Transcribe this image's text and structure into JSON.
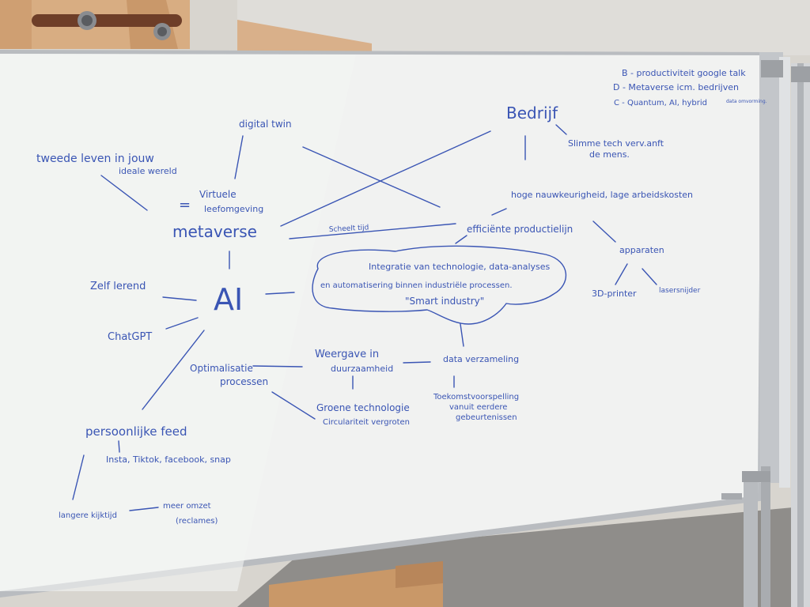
{
  "whiteboard": {
    "notes": {
      "line_b": "B - productiviteit google talk",
      "line_d": "D - Metaverse icm. bedrijven",
      "line_c_main": "C - Quantum, AI, hybrid",
      "line_c_small": "data omvorming."
    },
    "words": {
      "bedrijf": "Bedrijf",
      "slimme_tech_1": "Slimme tech verv.anft",
      "slimme_tech_2": "de mens.",
      "digital_twin": "digital twin",
      "tweede_leven_1": "tweede leven in jouw",
      "tweede_leven_2": "ideale wereld",
      "equals": "=",
      "virtuele_1": "Virtuele",
      "virtuele_2": "leefomgeving",
      "metaverse": "metaverse",
      "scheelt_tijd": "Scheelt tijd",
      "hoge": "hoge nauwkeurigheid, lage arbeidskosten",
      "efficiente": "efficiënte productielijn",
      "apparaten": "apparaten",
      "printer": "3D-printer",
      "lasersnijder": "lasersnijder",
      "ai": "AI",
      "zelf_lerend": "Zelf lerend",
      "chatgpt": "ChatGPT",
      "cloud_1": "Integratie van technologie, data-analyses",
      "cloud_2": "en automatisering binnen industriële processen.",
      "cloud_3": "\"Smart industry\"",
      "weergave_1": "Weergave in",
      "weergave_2": "duurzaamheid",
      "data_verzameling": "data verzameling",
      "optimalisatie_1": "Optimalisatie",
      "optimalisatie_2": "processen",
      "toekomst_1": "Toekomstvoorspelling",
      "toekomst_2": "vanuit eerdere",
      "toekomst_3": "gebeurtenissen",
      "groene_1": "Groene technologie",
      "groene_2": "Circulariteit vergroten",
      "persoonlijke_feed": "persoonlijke feed",
      "social": "Insta, Tiktok, facebook, snap",
      "langere": "langere kijktijd",
      "meer_omzet_1": "meer omzet",
      "meer_omzet_2": "(reclames)"
    }
  },
  "colors": {
    "ink": "#3a55b4",
    "board": "#f2f3f2",
    "wall": "#dcdad6",
    "curtain": "#d7ab7f",
    "frame": "#c4c7cb"
  }
}
